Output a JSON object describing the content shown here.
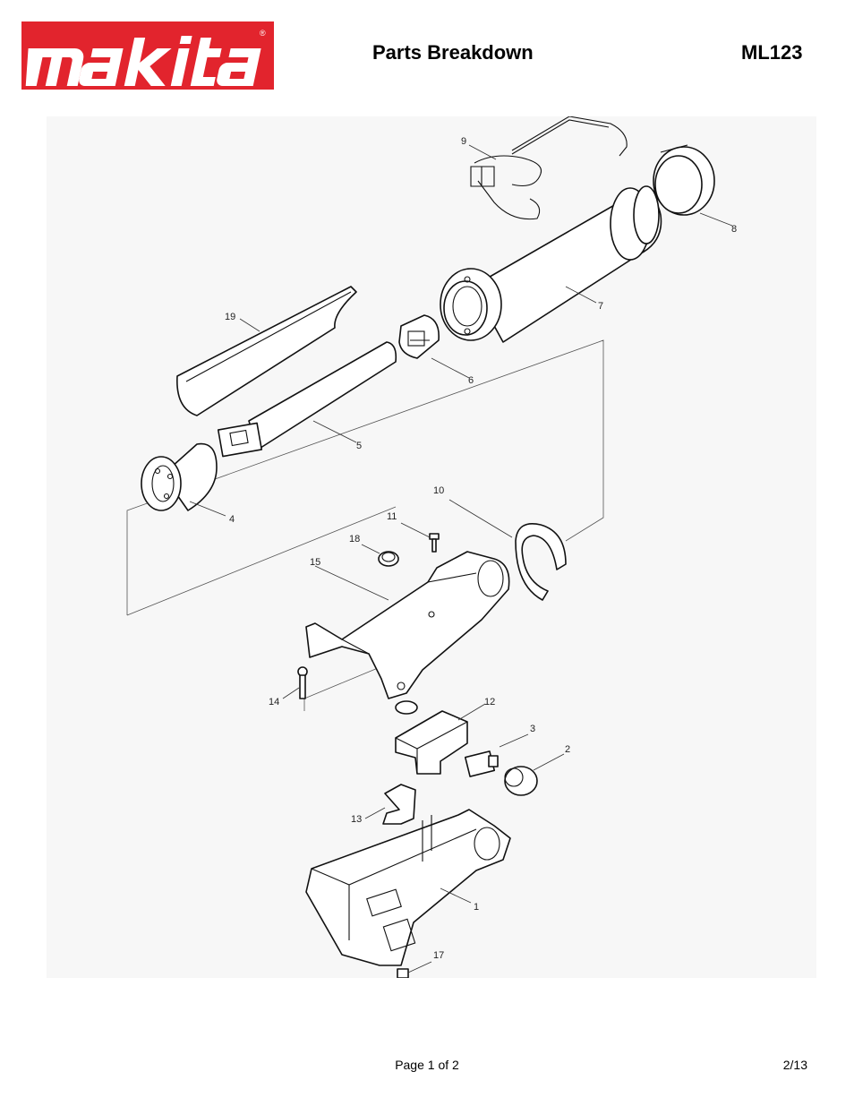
{
  "header": {
    "brand": "makita",
    "brand_mark": "®",
    "title": "Parts Breakdown",
    "model": "ML123"
  },
  "diagram": {
    "callouts": [
      "1",
      "2",
      "3",
      "4",
      "5",
      "6",
      "7",
      "8",
      "9",
      "10",
      "11",
      "12",
      "13",
      "14",
      "15",
      "17",
      "18",
      "19"
    ]
  },
  "footer": {
    "page": "Page 1 of 2",
    "code": "2/13"
  },
  "colors": {
    "brand_red": "#e2242d",
    "line": "#111111",
    "background": "#f7f7f7"
  }
}
